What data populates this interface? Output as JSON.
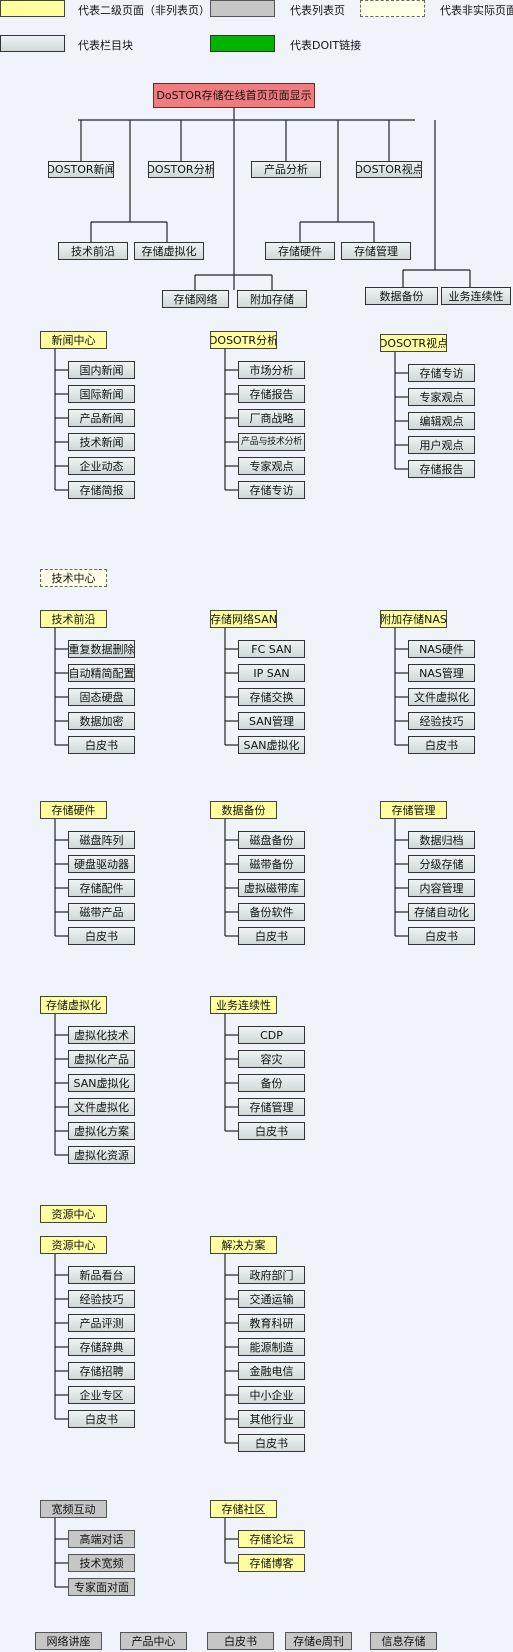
{
  "legend": [
    {
      "label": "代表二级页面（非列表页）",
      "style": "y"
    },
    {
      "label": "代表列表页",
      "style": "g"
    },
    {
      "label": "代表非实际页面",
      "style": "yd"
    },
    {
      "label": "代表栏目块",
      "style": "t"
    },
    {
      "label": "代表DOIT链接",
      "style": "gr"
    }
  ],
  "root": "DoSTOR存储在线首页页面显示",
  "level1": [
    "DOSTOR新闻",
    "DOSTOR分析",
    "产品分析",
    "DOSTOR视点"
  ],
  "level2": [
    "技术前沿",
    "存储虚拟化",
    "存储硬件",
    "存储管理"
  ],
  "level3": [
    "存储网络",
    "附加存储",
    "数据备份",
    "业务连续性"
  ],
  "tech_center_label": "技术中心",
  "resource_center_label": "资源中心",
  "groups": [
    {
      "title": "新闻中心",
      "title_style": "y",
      "items": [
        "国内新闻",
        "国际新闻",
        "产品新闻",
        "技术新闻",
        "企业动态",
        "存储简报"
      ]
    },
    {
      "title": "DOSOTR分析",
      "title_style": "y",
      "items": [
        "市场分析",
        "存储报告",
        "厂商战略",
        "产品与技术分析",
        "专家观点",
        "存储专访"
      ]
    },
    {
      "title": "DOSOTR视点",
      "title_style": "y",
      "items": [
        "存储专访",
        "专家观点",
        "编辑观点",
        "用户观点",
        "存储报告"
      ]
    },
    {
      "title": "技术前沿",
      "title_style": "y",
      "items": [
        "重复数据删除",
        "自动精简配置",
        "固态硬盘",
        "数据加密",
        "白皮书"
      ]
    },
    {
      "title": "存储网络SAN",
      "title_style": "y",
      "items": [
        "FC SAN",
        "IP SAN",
        "存储交换",
        "SAN管理",
        "SAN虚拟化"
      ]
    },
    {
      "title": "附加存储NAS",
      "title_style": "y",
      "items": [
        "NAS硬件",
        "NAS管理",
        "文件虚拟化",
        "经验技巧",
        "白皮书"
      ]
    },
    {
      "title": "存储硬件",
      "title_style": "y",
      "items": [
        "磁盘阵列",
        "硬盘驱动器",
        "存储配件",
        "磁带产品",
        "白皮书"
      ]
    },
    {
      "title": "数据备份",
      "title_style": "y",
      "items": [
        "磁盘备份",
        "磁带备份",
        "虚拟磁带库",
        "备份软件",
        "白皮书"
      ]
    },
    {
      "title": "存储管理",
      "title_style": "y",
      "items": [
        "数据归档",
        "分级存储",
        "内容管理",
        "存储自动化",
        "白皮书"
      ]
    },
    {
      "title": "存储虚拟化",
      "title_style": "y",
      "items": [
        "虚拟化技术",
        "虚拟化产品",
        "SAN虚拟化",
        "文件虚拟化",
        "虚拟化方案",
        "虚拟化资源"
      ]
    },
    {
      "title": "业务连续性",
      "title_style": "y",
      "items": [
        "CDP",
        "容灾",
        "备份",
        "存储管理",
        "白皮书"
      ]
    },
    {
      "title": "资源中心",
      "title_style": "y",
      "items": [
        "新品看台",
        "经验技巧",
        "产品评测",
        "存储辞典",
        "存储招聘",
        "企业专区",
        "白皮书"
      ]
    },
    {
      "title": "解决方案",
      "title_style": "y",
      "items": [
        "政府部门",
        "交通运输",
        "教育科研",
        "能源制造",
        "金融电信",
        "中小企业",
        "其他行业",
        "白皮书"
      ]
    },
    {
      "title": "宽频互动",
      "title_style": "g",
      "item_style": "g",
      "items": [
        "高端对话",
        "技术宽频",
        "专家面对面"
      ]
    },
    {
      "title": "存储社区",
      "title_style": "y",
      "item_style": "y",
      "items": [
        "存储论坛",
        "存储博客"
      ]
    }
  ],
  "bottom": [
    "网络讲座",
    "产品中心",
    "白皮书",
    "存储e周刊",
    "信息存储"
  ]
}
